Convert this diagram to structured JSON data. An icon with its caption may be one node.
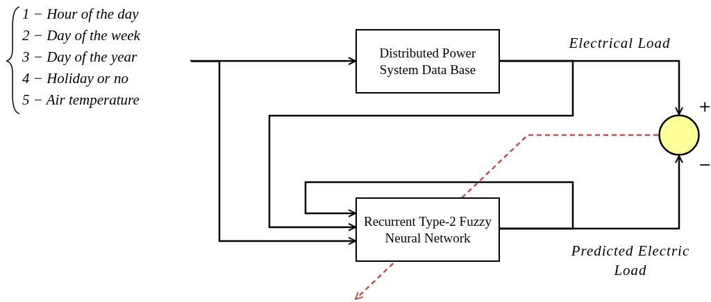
{
  "diagram": {
    "nodes": [
      {
        "text": [
          "1 − Hour of the day",
          "2 − Day of the week",
          "3 − Day of the year",
          "4 − Holiday or no",
          "5 − Air temperature"
        ]
      },
      {
        "text": [
          "Distributed Power System Data Base"
        ]
      },
      {
        "text": [
          "Recurrent Type-2 Fuzzy Neural Network"
        ]
      },
      {
        "text": [],
        "shape": "circle",
        "beside": [
          "+",
          "−"
        ]
      }
    ],
    "edges": [
      {
        "from": 0,
        "to": 1,
        "arrow": "to"
      },
      {
        "from": 0,
        "to": 2,
        "arrow": "to"
      },
      {
        "from": 1,
        "to": 2,
        "arrow": "to"
      },
      {
        "from": 2,
        "to": 2,
        "arrow": "to"
      },
      {
        "from": 1,
        "to": 3,
        "arrow": "to",
        "label": "Electrical Load"
      },
      {
        "from": 2,
        "to": 3,
        "arrow": "to",
        "label": "Predicted Electric Load"
      },
      {
        "from": 3,
        "to": null,
        "arrow": "to",
        "style": "dashed",
        "color": "#c0504d"
      }
    ]
  }
}
